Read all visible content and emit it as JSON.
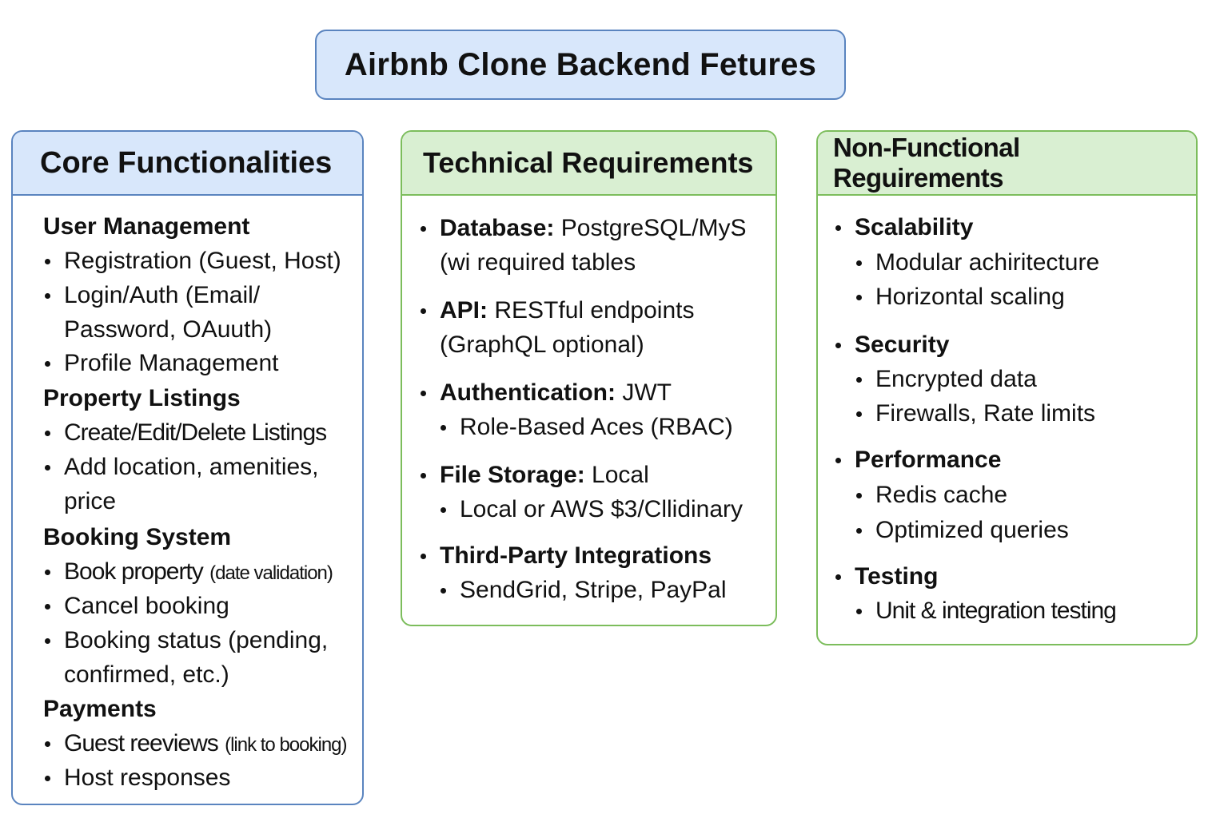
{
  "title": "Airbnb Clone Backend Fetures",
  "core": {
    "heading": "Core Functionalities",
    "sections": [
      {
        "label": "User Management"
      },
      {
        "items": [
          "Registration (Guest, Host)",
          "Login/Auth (Email/",
          "Password, OAuuth)",
          "Profile Management"
        ]
      },
      {
        "label": "Property Listings"
      },
      {
        "items": [
          "Create/Edit/Delete Listings",
          "Add location, amenities,",
          "price"
        ]
      },
      {
        "label": "Booking System"
      },
      {
        "items": [
          "Book property",
          "(date validation)",
          "Cancel booking",
          "Booking status (pending,",
          "confirmed, etc.)"
        ]
      },
      {
        "label": "Payments"
      },
      {
        "items": [
          "Guest reeviews",
          "(link to booking)",
          "Host responses"
        ]
      }
    ]
  },
  "tech": {
    "heading": "Technical Requirements",
    "items": [
      {
        "label": "Database:",
        "text": "PostgreSQL/MyS",
        "cont": "(wi  required tables"
      },
      {
        "label": "API:",
        "text": "RESTful endpoints",
        "cont": "(GraphQL optional)"
      },
      {
        "label": "Authentication:",
        "text": "JWT",
        "sub": "Role-Based Aces (RBAC)"
      },
      {
        "label": "File Storage:",
        "text": "Local",
        "sub": "Local or AWS $3/Cllidinary"
      },
      {
        "label": "Third-Party Integrations",
        "sub": "SendGrid, Stripe, PayPal"
      }
    ]
  },
  "nfr": {
    "heading": "Non-Functional Reguirements",
    "groups": [
      {
        "label": "Scalability",
        "subs": [
          "Modular achiritecture",
          "Horizontal scaling"
        ]
      },
      {
        "label": "Security",
        "subs": [
          "Encrypted data",
          "Firewalls, Rate limits"
        ]
      },
      {
        "label": "Performance",
        "subs": [
          "Redis cache",
          "Optimized queries"
        ]
      },
      {
        "label": "Testing",
        "subs": [
          "Unit & integration testing"
        ]
      }
    ]
  }
}
